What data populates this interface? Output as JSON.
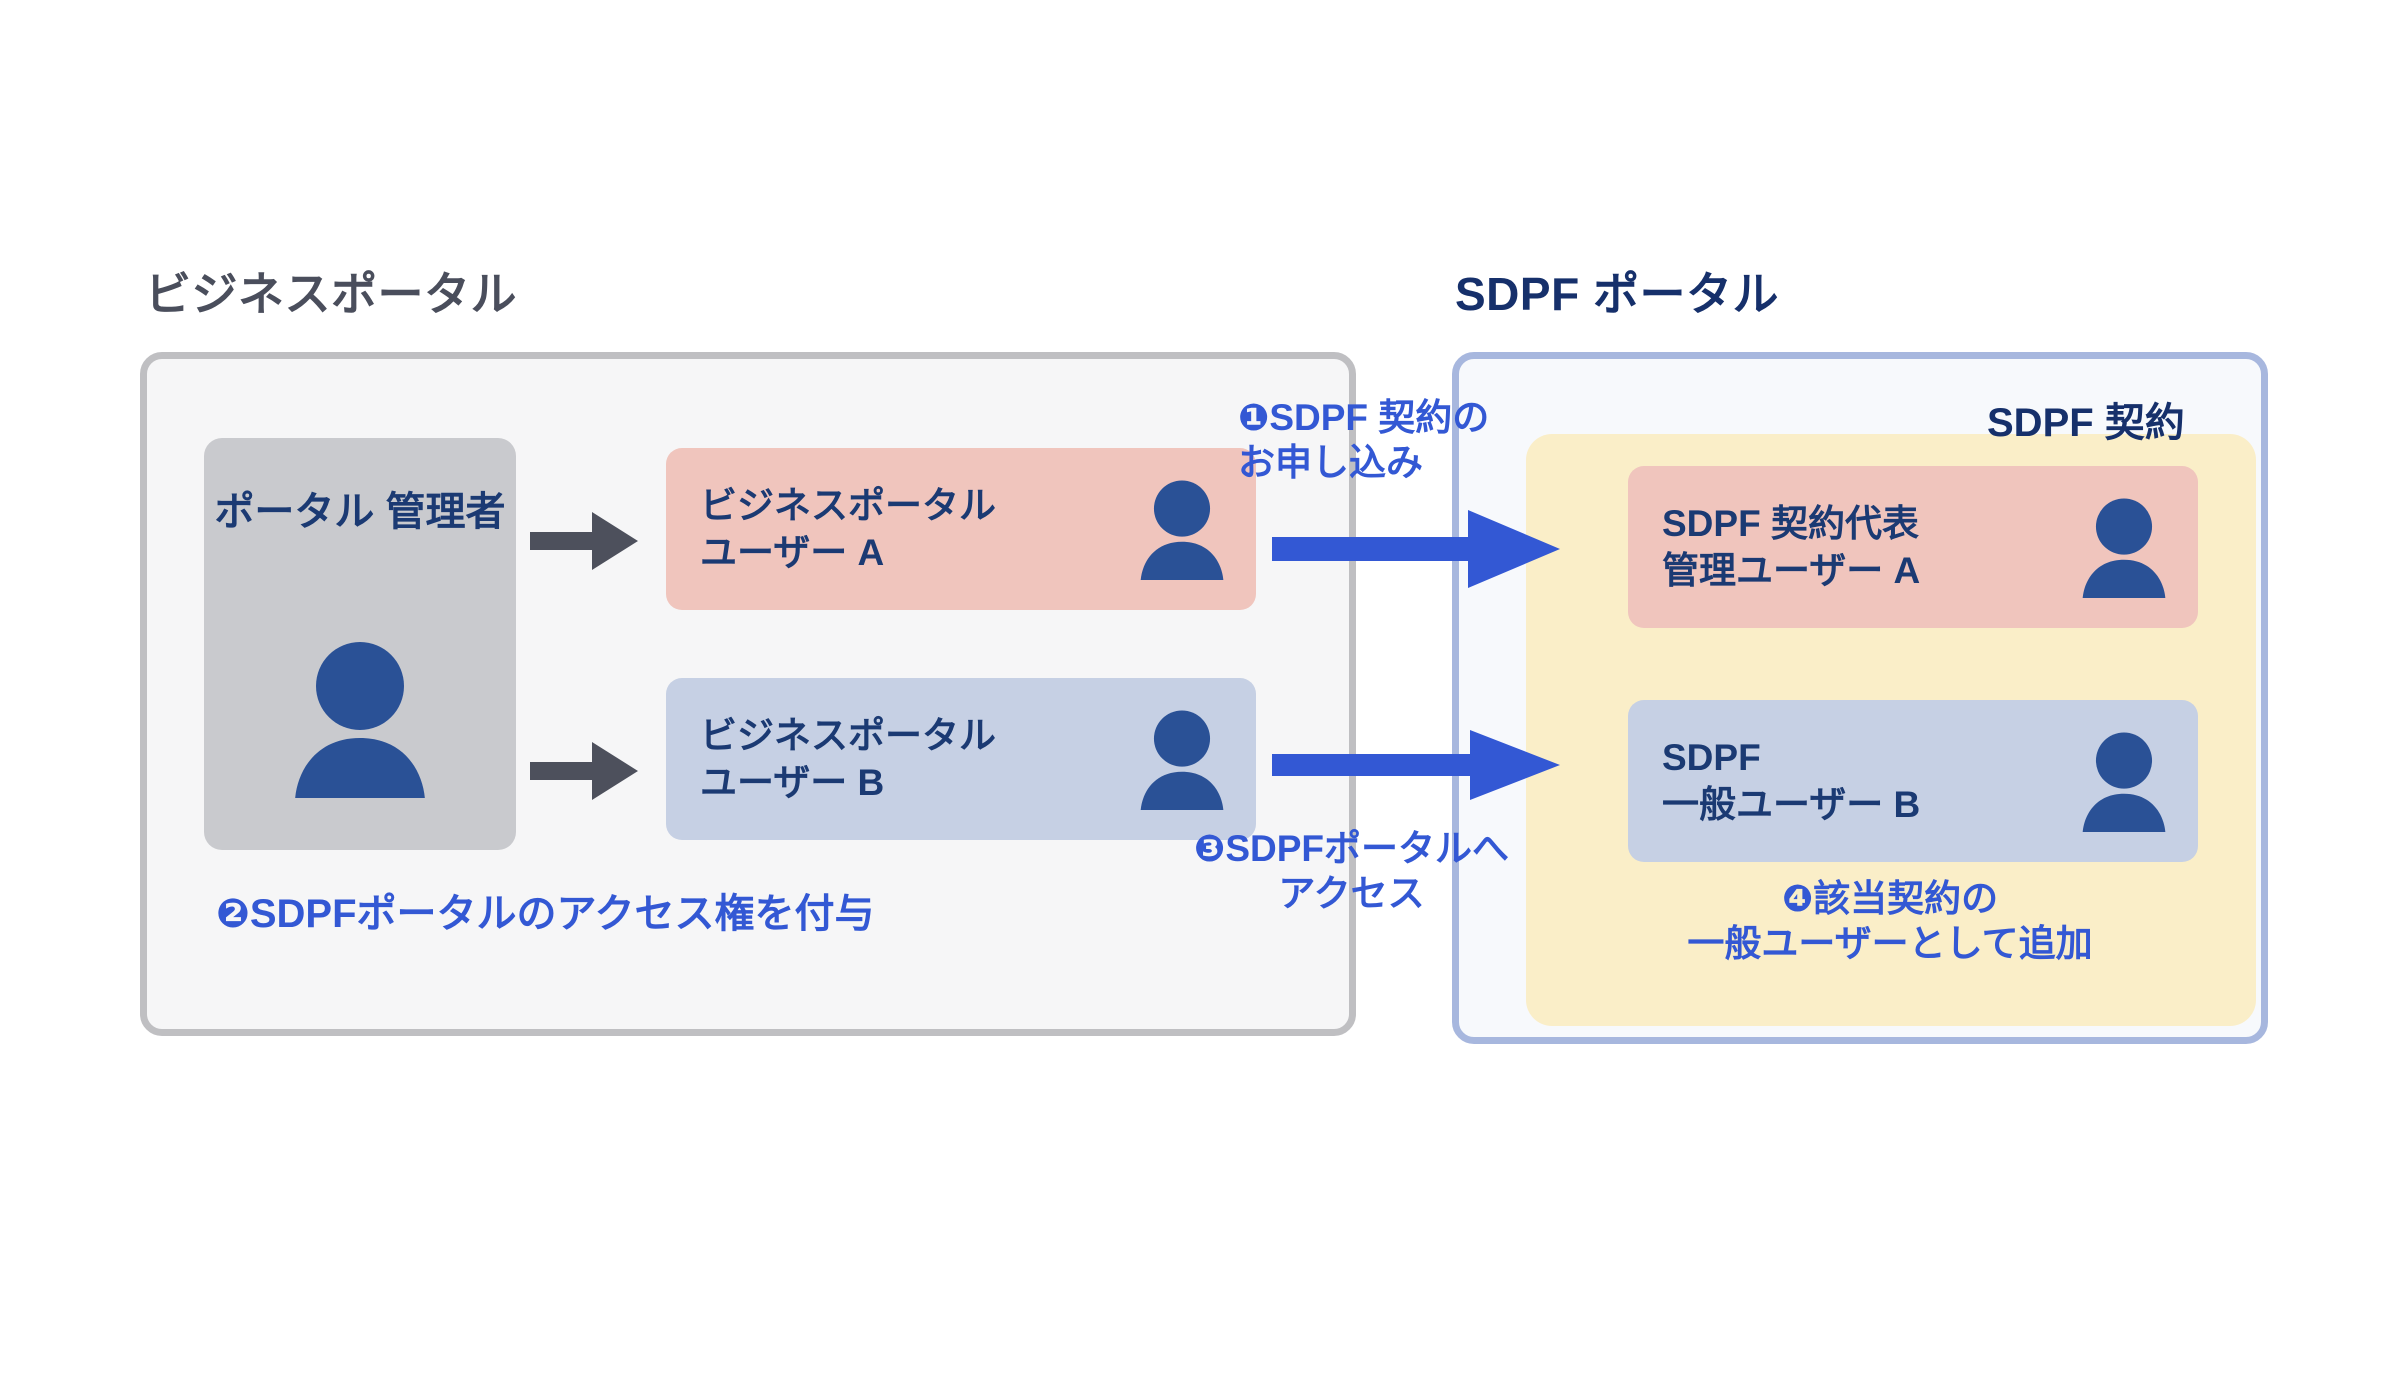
{
  "diagram": {
    "panels": {
      "business_portal": {
        "title": "ビジネスポータル",
        "admin_card": {
          "label": "ポータル\n管理者",
          "icon": "person-icon"
        },
        "users": [
          {
            "label": "ビジネスポータル\nユーザー A",
            "color": "#f0c5bd",
            "icon": "person-icon"
          },
          {
            "label": "ビジネスポータル\nユーザー B",
            "color": "#c6d0e4",
            "icon": "person-icon"
          }
        ]
      },
      "sdpf_portal": {
        "title": "SDPF ポータル",
        "contract_label": "SDPF 契約",
        "users": [
          {
            "label": "SDPF 契約代表\n管理ユーザー A",
            "color": "#f0c5bd",
            "icon": "person-icon"
          },
          {
            "label": "SDPF\n一般ユーザー B",
            "color": "#c6d0e4",
            "icon": "person-icon"
          }
        ]
      }
    },
    "steps": {
      "step1": "❶SDPF 契約の\nお申し込み",
      "step2": "❷SDPFポータルのアクセス権を付与",
      "step3": "❸SDPFポータルへ\nアクセス",
      "step4": "❹該当契約の\n一般ユーザーとして追加"
    },
    "colors": {
      "accent_blue": "#3358d4",
      "navy_text": "#16306b",
      "card_navy_text": "#1b3a73",
      "gray_title": "#4a4e5c",
      "gray_arrow": "#4d505c",
      "pink_card": "#f0c5bd",
      "blue_card": "#c6d0e4",
      "yellow_contract": "#faeec8",
      "gray_panel_border": "#bfbfc2",
      "blue_panel_border": "#a7b7de",
      "person_icon": "#2a5196"
    }
  }
}
